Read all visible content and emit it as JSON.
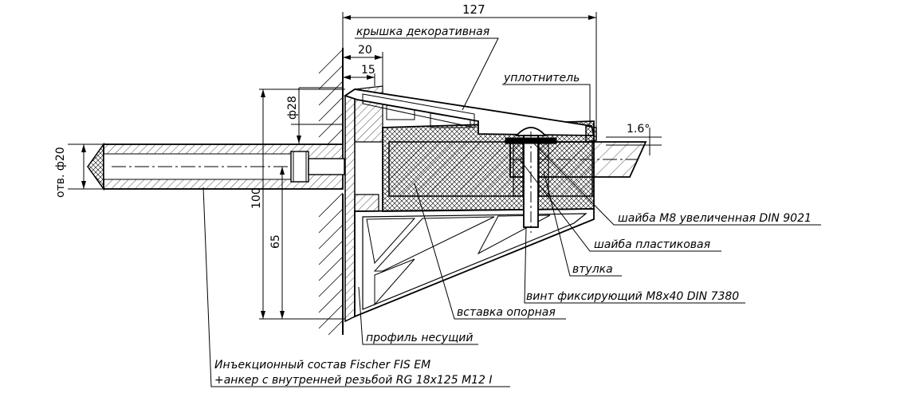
{
  "dimensions": {
    "overall_width": "127",
    "width_20": "20",
    "width_15": "15",
    "diameter_28": "ф28",
    "height_100": "100",
    "height_65": "65",
    "angle": "1.6°",
    "hole_diameter": "отв. ф20"
  },
  "callouts": {
    "cover": "крышка декоративная",
    "seal": "уплотнитель",
    "washer_m8": "шайба М8 увеличенная DIN 9021",
    "plastic_washer": "шайба пластиковая",
    "sleeve": "втулка",
    "screw": "винт фиксирующий М8х40 DIN 7380",
    "support_insert": "вставка опорная",
    "carrier_profile": "профиль несущий",
    "injection_line1": "Инъекционный состав Fischer FIS EM",
    "injection_line2": "+анкер с внутренней резьбой RG 18х125 М12 I"
  }
}
